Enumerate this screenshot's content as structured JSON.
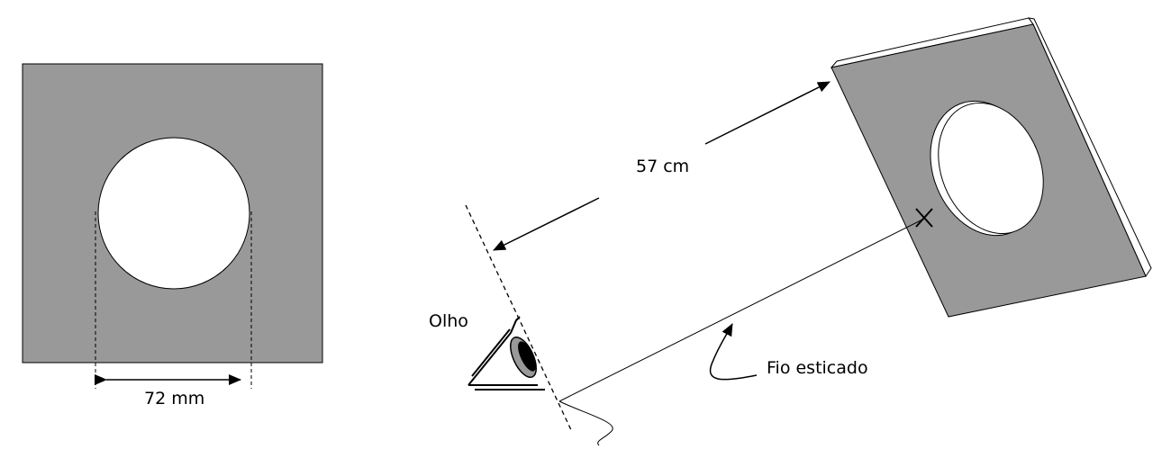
{
  "labels": {
    "hole_diameter": "72 mm",
    "distance": "57 cm",
    "eye": "Olho",
    "wire": "Fio esticado"
  },
  "colors": {
    "board": "#999999",
    "line": "#000000",
    "hole": "#ffffff"
  }
}
